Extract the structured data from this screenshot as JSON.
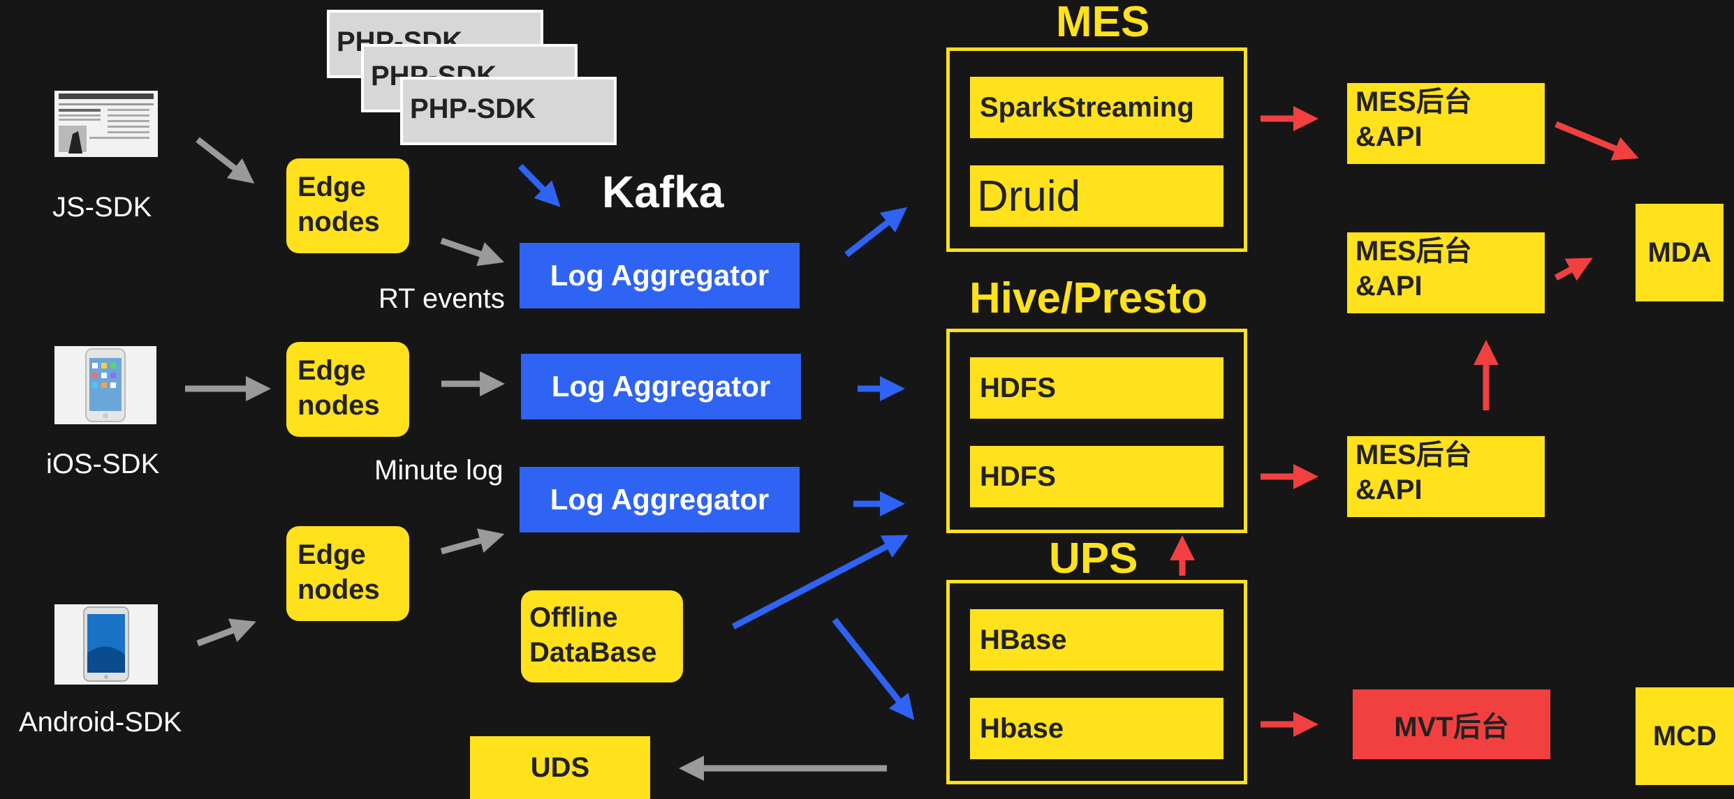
{
  "sources": {
    "js": "JS-SDK",
    "ios": "iOS-SDK",
    "android": "Android-SDK"
  },
  "edge": {
    "line1": "Edge",
    "line2": "nodes"
  },
  "php": [
    "PHP-SDK",
    "PHP-SDK",
    "PHP-SDK"
  ],
  "kafka": {
    "title": "Kafka",
    "aggregator": "Log Aggregator"
  },
  "labels": {
    "rt_events": "RT events",
    "minute_log": "Minute log"
  },
  "offline": {
    "line1": "Offline",
    "line2": "DataBase"
  },
  "uds": "UDS",
  "mes": {
    "title": "MES",
    "spark": "SparkStreaming",
    "druid": "Druid"
  },
  "hive": {
    "title": "Hive/Presto",
    "hdfs1": "HDFS",
    "hdfs2": "HDFS"
  },
  "ups": {
    "title": "UPS",
    "hbase1": "HBase",
    "hbase2": "Hbase"
  },
  "mes_api": {
    "line1": "MES后台",
    "line2": "&API"
  },
  "mda": "MDA",
  "mcd": "MCD",
  "mvt": "MVT后台",
  "colors": {
    "background": "#161616",
    "yellow": "#ffe11c",
    "blue": "#2f63f4",
    "red": "#f24040",
    "gray": "#9a9a9a"
  }
}
